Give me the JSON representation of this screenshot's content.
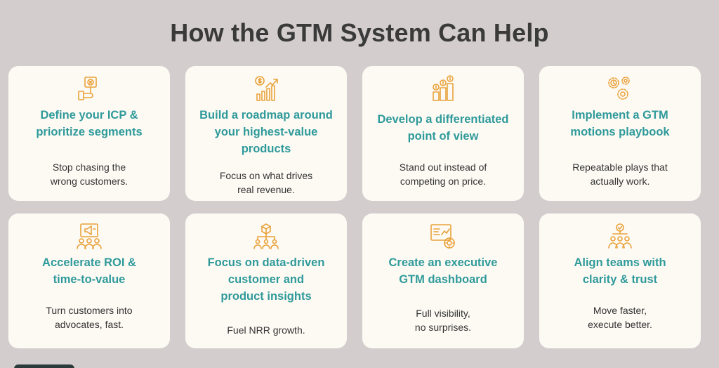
{
  "title": "How the GTM System Can Help",
  "colors": {
    "accent": "#2f9a9a",
    "icon": "#e9a23b",
    "card": "#fdfaf4",
    "background": "#d3cdcd"
  },
  "cards": [
    {
      "icon": "voting-sign-icon",
      "heading_1": "Define your ICP &",
      "heading_2": "prioritize segments",
      "heading_3": "",
      "desc_1": "Stop chasing the",
      "desc_2": "wrong customers."
    },
    {
      "icon": "revenue-growth-chart-icon",
      "heading_1": "Build a roadmap around",
      "heading_2": "your highest-value",
      "heading_3": "products",
      "desc_1": "Focus on what drives",
      "desc_2": "real revenue."
    },
    {
      "icon": "dollar-bars-icon",
      "heading_1": "Develop a differentiated",
      "heading_2": "point of view",
      "heading_3": "",
      "desc_1": "Stand out instead of",
      "desc_2": "competing on price."
    },
    {
      "icon": "gears-clock-icon",
      "heading_1": "Implement a GTM",
      "heading_2": "motions playbook",
      "heading_3": "",
      "desc_1": "Repeatable plays that",
      "desc_2": "actually work."
    },
    {
      "icon": "megaphone-audience-icon",
      "heading_1": "Accelerate ROI &",
      "heading_2": "time-to-value",
      "heading_3": "",
      "desc_1": "Turn customers into",
      "desc_2": "advocates, fast."
    },
    {
      "icon": "data-hierarchy-icon",
      "heading_1": "Focus on data-driven",
      "heading_2": "customer and",
      "heading_3": "product insights",
      "desc_1": "Fuel NRR growth.",
      "desc_2": ""
    },
    {
      "icon": "dashboard-monitor-icon",
      "heading_1": "Create an executive",
      "heading_2": "GTM dashboard",
      "heading_3": "",
      "desc_1": "Full visibility,",
      "desc_2": "no surprises."
    },
    {
      "icon": "team-alignment-icon",
      "heading_1": "Align teams with",
      "heading_2": "clarity & trust",
      "heading_3": "",
      "desc_1": "Move faster,",
      "desc_2": "execute better."
    }
  ]
}
